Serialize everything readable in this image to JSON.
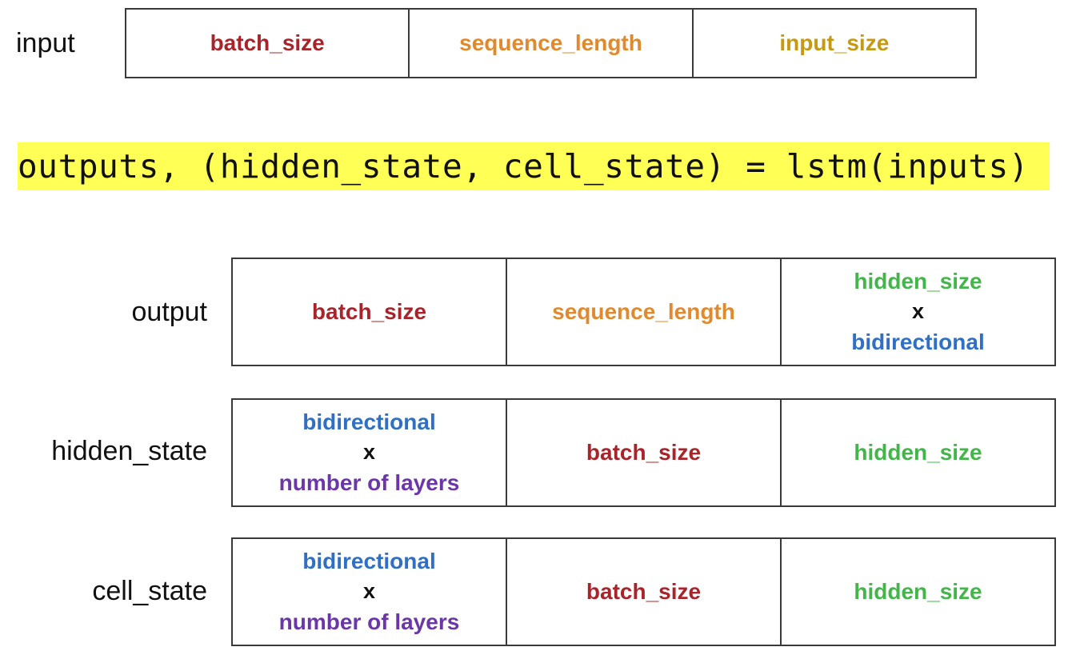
{
  "colors": {
    "batch_size": "#a8242a",
    "sequence_length": "#e0892d",
    "input_size": "#c59a12",
    "hidden_size": "#43b54a",
    "bidirectional": "#2f6fc4",
    "number_of_layers": "#6a36a8",
    "highlight": "#ffff55"
  },
  "code": "outputs, (hidden_state, cell_state) = lstm(inputs)",
  "input": {
    "label": "input",
    "cells": [
      {
        "lines": [
          {
            "text": "batch_size",
            "color": "batch_size"
          }
        ]
      },
      {
        "lines": [
          {
            "text": "sequence_length",
            "color": "sequence_length"
          }
        ]
      },
      {
        "lines": [
          {
            "text": "input_size",
            "color": "input_size"
          }
        ]
      }
    ]
  },
  "output": {
    "label": "output",
    "cells": [
      {
        "lines": [
          {
            "text": "batch_size",
            "color": "batch_size"
          }
        ]
      },
      {
        "lines": [
          {
            "text": "sequence_length",
            "color": "sequence_length"
          }
        ]
      },
      {
        "lines": [
          {
            "text": "hidden_size",
            "color": "hidden_size"
          },
          {
            "text": "x",
            "color": ""
          },
          {
            "text": "bidirectional",
            "color": "bidirectional"
          }
        ]
      }
    ]
  },
  "hidden_state": {
    "label": "hidden_state",
    "cells": [
      {
        "lines": [
          {
            "text": "bidirectional",
            "color": "bidirectional"
          },
          {
            "text": "x",
            "color": ""
          },
          {
            "text": "number of layers",
            "color": "number_of_layers"
          }
        ]
      },
      {
        "lines": [
          {
            "text": "batch_size",
            "color": "batch_size"
          }
        ]
      },
      {
        "lines": [
          {
            "text": "hidden_size",
            "color": "hidden_size"
          }
        ]
      }
    ]
  },
  "cell_state": {
    "label": "cell_state",
    "cells": [
      {
        "lines": [
          {
            "text": "bidirectional",
            "color": "bidirectional"
          },
          {
            "text": "x",
            "color": ""
          },
          {
            "text": "number of layers",
            "color": "number_of_layers"
          }
        ]
      },
      {
        "lines": [
          {
            "text": "batch_size",
            "color": "batch_size"
          }
        ]
      },
      {
        "lines": [
          {
            "text": "hidden_size",
            "color": "hidden_size"
          }
        ]
      }
    ]
  }
}
